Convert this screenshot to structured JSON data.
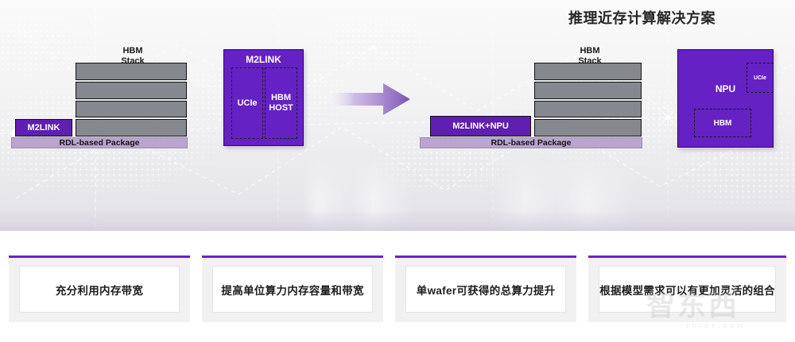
{
  "slide": {
    "title": "推理近存计算解决方案"
  },
  "diagram_left": {
    "hbm_caption": "HBM\nStack",
    "stack_layers": 4,
    "m2link_label": "M2LINK",
    "package_label": "RDL-based Package"
  },
  "chip_center": {
    "title": "M2LINK",
    "sub_left": "UCIe",
    "sub_right": "HBM\nHOST"
  },
  "arrow": {
    "name": "right-arrow",
    "color_start": "#ffffff",
    "color_end": "#7c52b5"
  },
  "diagram_right": {
    "hbm_caption": "HBM\nStack",
    "stack_layers": 4,
    "m2link_npu_label": "M2LINK+NPU",
    "package_label": "RDL-based Package"
  },
  "chip_right": {
    "title": "NPU",
    "ucie_label": "UCIe",
    "hbm_label": "HBM"
  },
  "cards": [
    {
      "text": "充分利用内存带宽"
    },
    {
      "text": "提高单位算力内存容量和带宽"
    },
    {
      "text": "单wafer可获得的总算力提升"
    },
    {
      "text": "根据模型需求可以有更加灵活的组合"
    }
  ],
  "watermark": {
    "text": "智东西",
    "url": "zhidx.com"
  },
  "colors": {
    "accent_purple": "#6b21c8",
    "chip_purple": "#6621c4",
    "dark_purple": "#5f1fb0",
    "package_purple": "#b9a5ce",
    "hbm_gray": "#85888f",
    "card_bg": "#f1f1f2"
  }
}
